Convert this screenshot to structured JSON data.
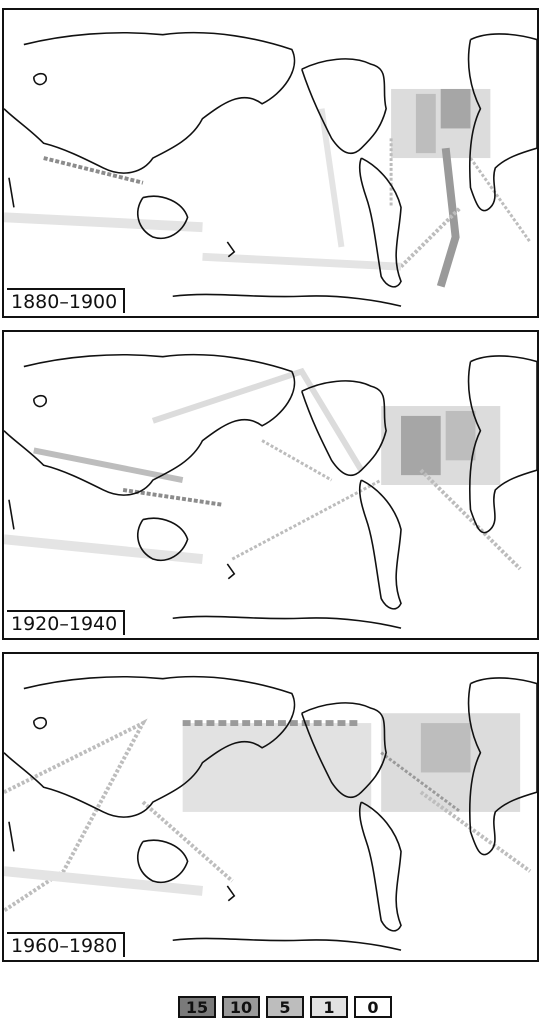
{
  "panels": [
    {
      "label": "1880–1900"
    },
    {
      "label": "1920–1940"
    },
    {
      "label": "1960–1980"
    }
  ],
  "legend": {
    "items": [
      {
        "value": "15",
        "color": "#7a7a7a"
      },
      {
        "value": "10",
        "color": "#9a9a9a"
      },
      {
        "value": "5",
        "color": "#bdbdbd"
      },
      {
        "value": "1",
        "color": "#e2e2e2"
      },
      {
        "value": "0",
        "color": "#ffffff"
      }
    ]
  },
  "colors": {
    "coastline": "#111111",
    "route_light": "#e4e4e4",
    "route_mid": "#bcbcbc",
    "route_dark": "#8c8c8c"
  }
}
